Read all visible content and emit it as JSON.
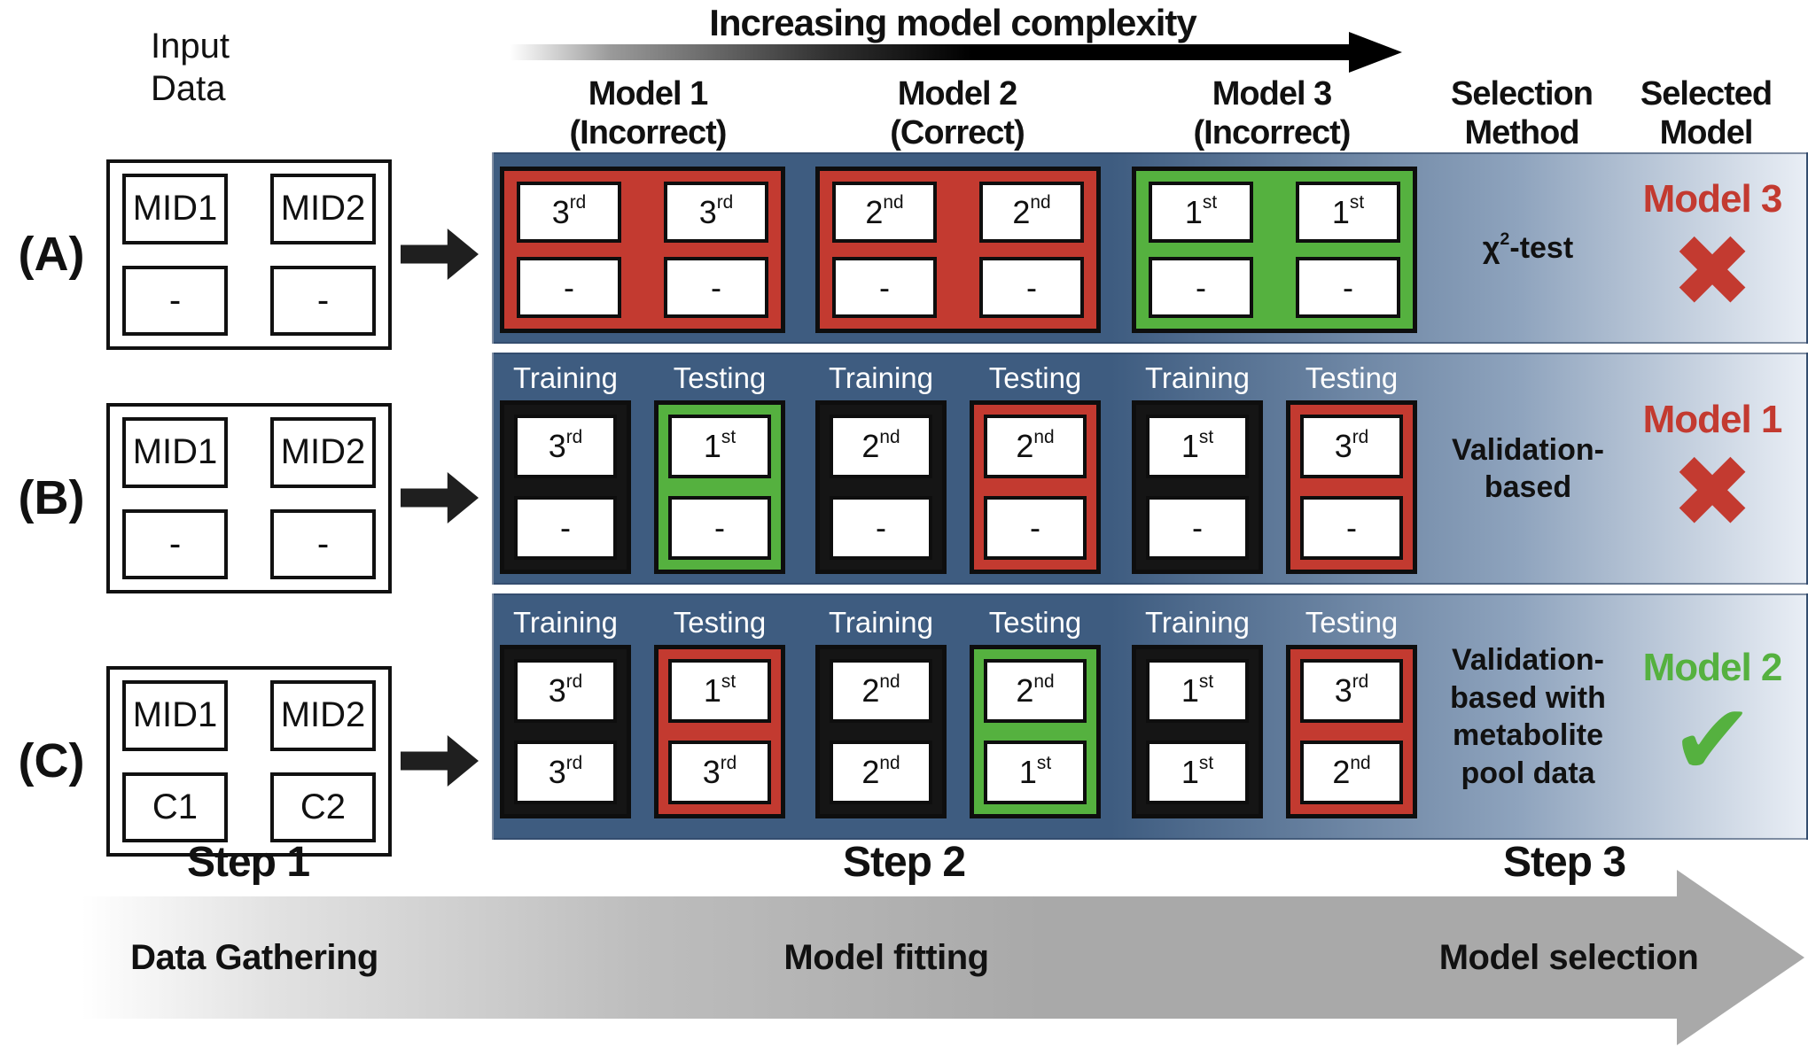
{
  "colors": {
    "band_blue": "#3e5c80",
    "band_fade": "#e9eef5",
    "red": "#c33a30",
    "green": "#55b13f",
    "box_black": "#151515",
    "arrow_black": "#1f1f1f",
    "gray_arrow": "#a9a9a9"
  },
  "header": {
    "input_label": "Input\nData",
    "complexity_label": "Increasing model complexity",
    "columns": [
      "Model 1\n(Incorrect)",
      "Model 2\n(Correct)",
      "Model 3\n(Incorrect)",
      "Selection\nMethod",
      "Selected\nModel"
    ]
  },
  "rows": [
    {
      "label": "(A)",
      "input": {
        "tl": "MID1",
        "tr": "MID2",
        "bl": "-",
        "br": "-"
      },
      "models": [
        {
          "color": "red",
          "cells": [
            {
              "b": "3",
              "s": "rd"
            },
            {
              "b": "3",
              "s": "rd"
            },
            {
              "b": "-",
              "s": ""
            },
            {
              "b": "-",
              "s": ""
            }
          ]
        },
        {
          "color": "red",
          "cells": [
            {
              "b": "2",
              "s": "nd"
            },
            {
              "b": "2",
              "s": "nd"
            },
            {
              "b": "-",
              "s": ""
            },
            {
              "b": "-",
              "s": ""
            }
          ]
        },
        {
          "color": "green",
          "cells": [
            {
              "b": "1",
              "s": "st"
            },
            {
              "b": "1",
              "s": "st"
            },
            {
              "b": "-",
              "s": ""
            },
            {
              "b": "-",
              "s": ""
            }
          ]
        }
      ],
      "method": {
        "pre": "χ",
        "sup": "2",
        "post": "-test"
      },
      "selected": {
        "name": "Model 3",
        "mark": "✖",
        "color": "red"
      }
    },
    {
      "label": "(B)",
      "input": {
        "tl": "MID1",
        "tr": "MID2",
        "bl": "-",
        "br": "-"
      },
      "split_labels": {
        "train": "Training",
        "test": "Testing"
      },
      "models": [
        {
          "train": [
            {
              "b": "3",
              "s": "rd"
            },
            {
              "b": "-",
              "s": ""
            }
          ],
          "test_color": "green",
          "test": [
            {
              "b": "1",
              "s": "st"
            },
            {
              "b": "-",
              "s": ""
            }
          ]
        },
        {
          "train": [
            {
              "b": "2",
              "s": "nd"
            },
            {
              "b": "-",
              "s": ""
            }
          ],
          "test_color": "red",
          "test": [
            {
              "b": "2",
              "s": "nd"
            },
            {
              "b": "-",
              "s": ""
            }
          ]
        },
        {
          "train": [
            {
              "b": "1",
              "s": "st"
            },
            {
              "b": "-",
              "s": ""
            }
          ],
          "test_color": "red",
          "test": [
            {
              "b": "3",
              "s": "rd"
            },
            {
              "b": "-",
              "s": ""
            }
          ]
        }
      ],
      "method": {
        "pre": "Validation-\nbased",
        "sup": "",
        "post": ""
      },
      "selected": {
        "name": "Model 1",
        "mark": "✖",
        "color": "red"
      }
    },
    {
      "label": "(C)",
      "input": {
        "tl": "MID1",
        "tr": "MID2",
        "bl": "C1",
        "br": "C2"
      },
      "split_labels": {
        "train": "Training",
        "test": "Testing"
      },
      "models": [
        {
          "train": [
            {
              "b": "3",
              "s": "rd"
            },
            {
              "b": "3",
              "s": "rd"
            }
          ],
          "test_color": "red",
          "test": [
            {
              "b": "1",
              "s": "st"
            },
            {
              "b": "3",
              "s": "rd"
            }
          ]
        },
        {
          "train": [
            {
              "b": "2",
              "s": "nd"
            },
            {
              "b": "2",
              "s": "nd"
            }
          ],
          "test_color": "green",
          "test": [
            {
              "b": "2",
              "s": "nd"
            },
            {
              "b": "1",
              "s": "st"
            }
          ]
        },
        {
          "train": [
            {
              "b": "1",
              "s": "st"
            },
            {
              "b": "1",
              "s": "st"
            }
          ],
          "test_color": "red",
          "test": [
            {
              "b": "3",
              "s": "rd"
            },
            {
              "b": "2",
              "s": "nd"
            }
          ]
        }
      ],
      "method": {
        "pre": "Validation-\nbased with\nmetabolite\npool data",
        "sup": "",
        "post": ""
      },
      "selected": {
        "name": "Model 2",
        "mark": "✔",
        "color": "green"
      }
    }
  ],
  "footer": {
    "steps": [
      "Step 1",
      "Step 2",
      "Step 3"
    ],
    "phases": [
      "Data Gathering",
      "Model fitting",
      "Model selection"
    ]
  }
}
